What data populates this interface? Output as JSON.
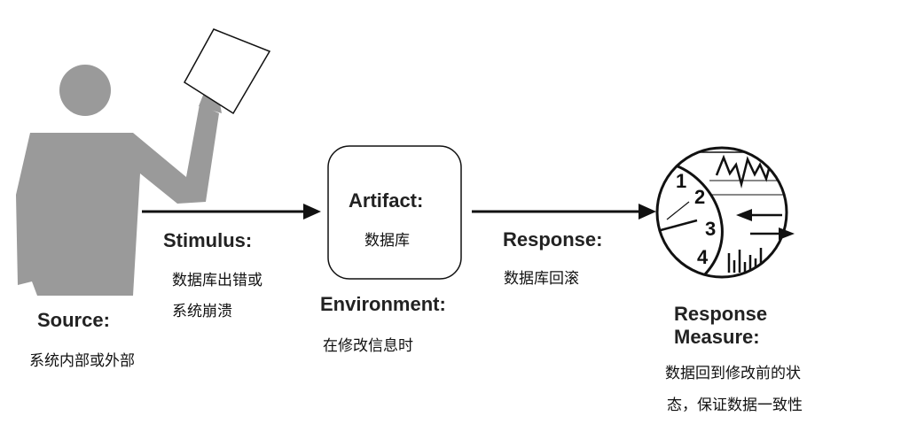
{
  "source": {
    "label": "Source:",
    "desc": "系统内部或外部"
  },
  "stimulus": {
    "label": "Stimulus:",
    "desc_line1": "数据库出错或",
    "desc_line2": "系统崩溃"
  },
  "artifact": {
    "label": "Artifact:",
    "desc": "数据库"
  },
  "environment": {
    "label": "Environment:",
    "desc": "在修改信息时"
  },
  "response": {
    "label": "Response:",
    "desc": "数据库回滚"
  },
  "response_measure": {
    "label_line1": "Response",
    "label_line2": "Measure:",
    "desc_line1": "数据回到修改前的状",
    "desc_line2": "态，保证数据一致性",
    "dial_numbers": [
      "1",
      "2",
      "3",
      "4"
    ]
  },
  "colors": {
    "figure": "#9a9a9a",
    "line": "#111111"
  }
}
